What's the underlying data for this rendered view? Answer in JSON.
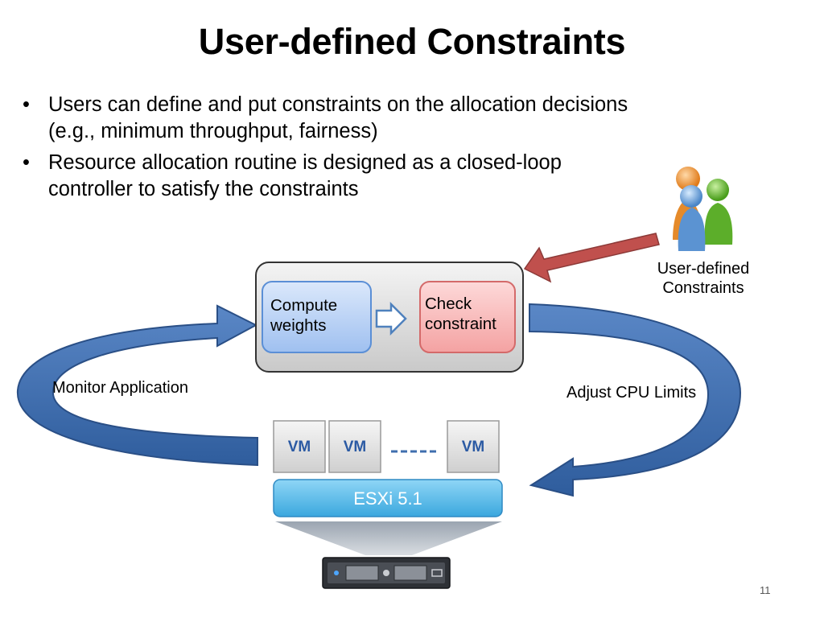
{
  "slide": {
    "title": "User-defined Constraints",
    "bullets": [
      "Users can define and put constraints  on the allocation decisions (e.g., minimum throughput, fairness)",
      "Resource allocation routine is designed as a closed-loop controller to satisfy the constraints"
    ],
    "bullet_char": "•",
    "page_number": "11"
  },
  "diagram": {
    "user_label_line1": "User-defined",
    "user_label_line2": "Constraints",
    "compute_line1": "Compute",
    "compute_line2": "weights",
    "check_line1": "Check",
    "check_line2": "constraint",
    "monitor_label": "Monitor Application",
    "adjust_label": "Adjust CPU Limits",
    "vm_labels": [
      "VM",
      "VM",
      "VM"
    ],
    "hypervisor_label": "ESXi 5.1",
    "icons": [
      "users-icon",
      "server-icon"
    ],
    "colors": {
      "arrow_blue": "#3f6eae",
      "compute_box": "#b9d3f7",
      "check_box": "#f8b8b8",
      "esxi_bar": "#58bce8",
      "user_arrow": "#c0504d"
    }
  }
}
